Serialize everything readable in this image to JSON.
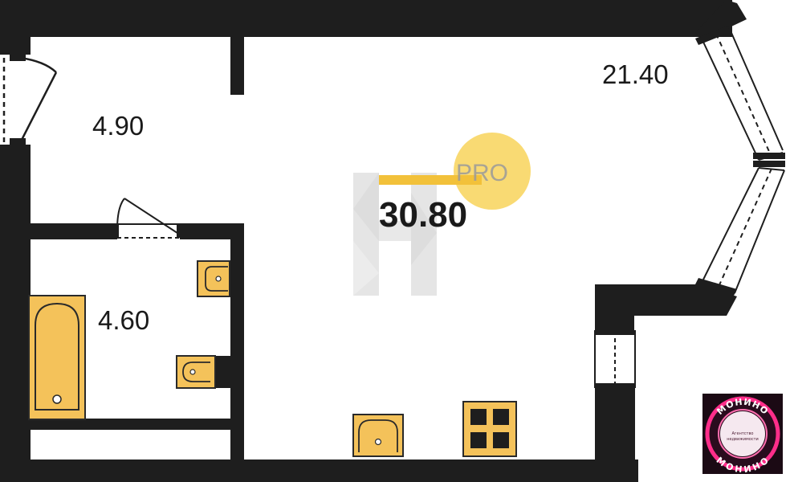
{
  "rooms": [
    {
      "id": "hall",
      "area": "4.90"
    },
    {
      "id": "bathroom",
      "area": "4.60"
    },
    {
      "id": "living",
      "area": "21.40"
    },
    {
      "id": "total",
      "area": "30.80"
    }
  ],
  "watermark": {
    "text": "PRO"
  },
  "logo": {
    "top_text": "МОНИНО",
    "bottom_text": "МОНИНО",
    "center_line1": "Агентство",
    "center_line2": "недвижимости"
  },
  "colors": {
    "wall": "#1e1e1e",
    "fixture": "#f4c25a",
    "fixture_stroke": "#2a2a2a",
    "watermark_circle": "#f8d35a",
    "logo_bg": "#1b0a14",
    "logo_ring": "#ff2e8a"
  }
}
